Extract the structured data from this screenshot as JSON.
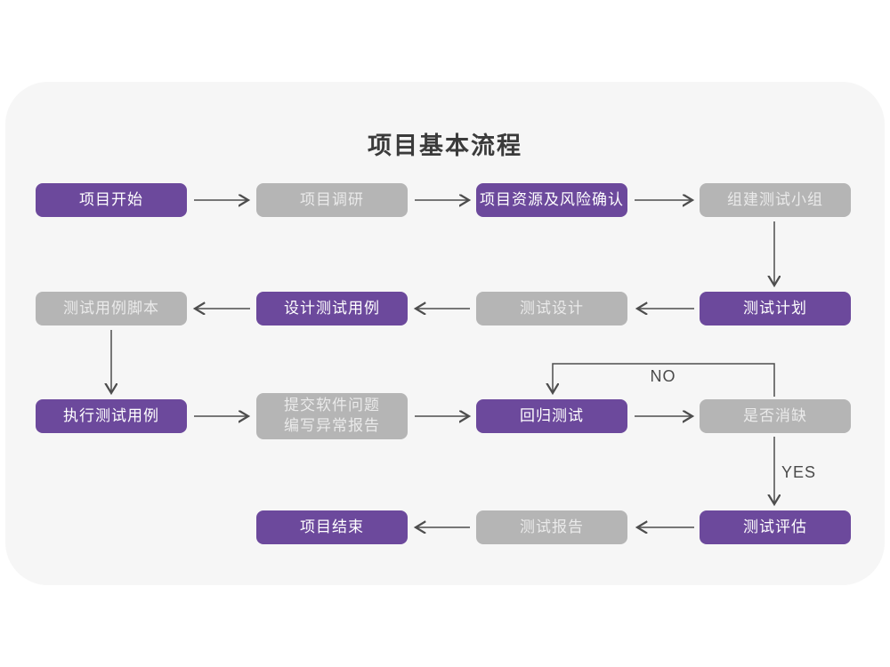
{
  "title": "项目基本流程",
  "labels": {
    "no": "NO",
    "yes": "YES"
  },
  "colors": {
    "accent_purple": "#6c499c",
    "node_gray": "#b5b5b5",
    "panel_background": "#f6f6f6",
    "arrow": "#4d4d4d",
    "text_on_purple": "#ffffff",
    "text_on_gray": "#eaeaea",
    "title_text": "#3b3b3b"
  },
  "nodes": {
    "start": {
      "label": "项目开始",
      "variant": "purple"
    },
    "research": {
      "label": "项目调研",
      "variant": "gray"
    },
    "risk": {
      "label": "项目资源及风险确认",
      "variant": "purple"
    },
    "team": {
      "label": "组建测试小组",
      "variant": "gray"
    },
    "plan": {
      "label": "测试计划",
      "variant": "purple"
    },
    "design": {
      "label": "测试设计",
      "variant": "gray"
    },
    "case_design": {
      "label": "设计测试用例",
      "variant": "purple"
    },
    "script": {
      "label": "测试用例脚本",
      "variant": "gray"
    },
    "execute": {
      "label": "执行测试用例",
      "variant": "purple"
    },
    "issue_report": {
      "label": "提交软件问题",
      "label2": "编写异常报告",
      "variant": "gray"
    },
    "regression": {
      "label": "回归测试",
      "variant": "purple"
    },
    "defect_check": {
      "label": "是否消缺",
      "variant": "gray"
    },
    "evaluate": {
      "label": "测试评估",
      "variant": "purple"
    },
    "report": {
      "label": "测试报告",
      "variant": "gray"
    },
    "end": {
      "label": "项目结束",
      "variant": "purple"
    }
  },
  "edges": [
    "start→research",
    "research→risk",
    "risk→team",
    "team↓plan",
    "plan→design",
    "design→case_design",
    "case_design→script",
    "script↓execute",
    "execute→issue_report",
    "issue_report→regression",
    "regression→defect_check",
    "defect_check→regression (NO)",
    "defect_check↓evaluate (YES)",
    "evaluate→report",
    "report→end"
  ]
}
